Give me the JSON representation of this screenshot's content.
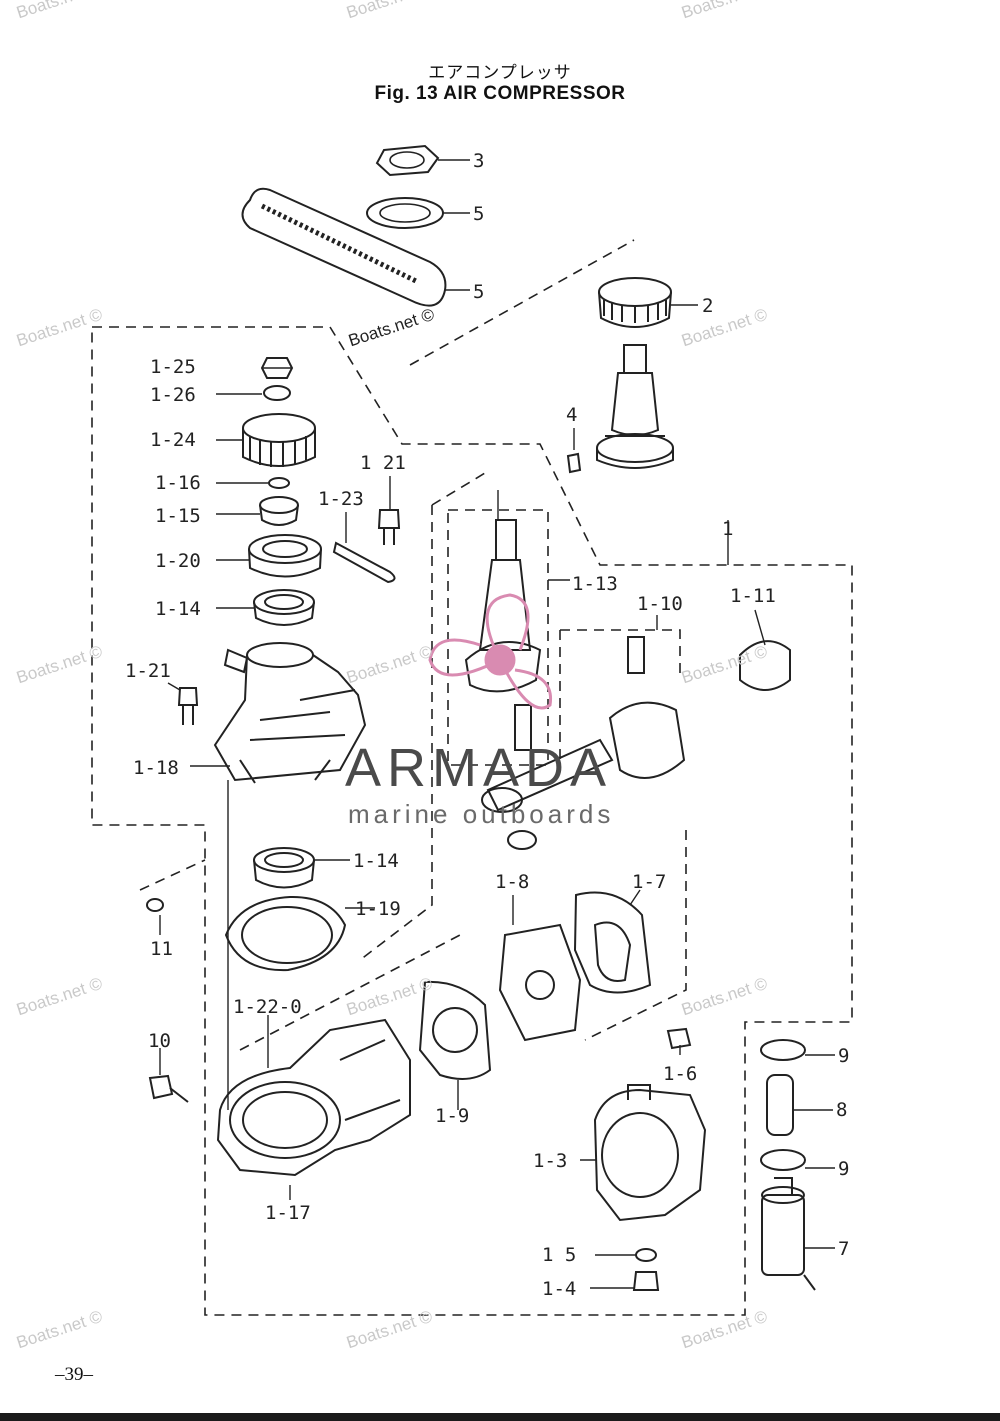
{
  "header": {
    "title_jp": "エアコンプレッサ",
    "title_en": "Fig. 13   AIR COMPRESSOR"
  },
  "labels": {
    "l3": "3",
    "l5a": "5",
    "l5b": "5",
    "l2": "2",
    "l4": "4",
    "l1": "1",
    "l1_25": "1-25",
    "l1_26": "1-26",
    "l1_24": "1-24",
    "l1_16": "1-16",
    "l1_15": "1-15",
    "l1_20": "1-20",
    "l1_14a": "1-14",
    "l1_21a": "1  21",
    "l1_23": "1-23",
    "l1_21b": "1-21",
    "l1_18": "1-18",
    "l1_13": "1-13",
    "l1_10": "1-10",
    "l1_11": "1-11",
    "l1_14b": "1-14",
    "l1_19": "1-19",
    "l11": "11",
    "l1_8": "1-8",
    "l1_7": "1-7",
    "l1_22": "1-22-0",
    "l10": "10",
    "l1_9": "1-9",
    "l1_6": "1-6",
    "l1_3": "1-3",
    "l1_17": "1-17",
    "l1_5": "1  5",
    "l1_4": "1-4",
    "l9a": "9",
    "l8": "8",
    "l9b": "9",
    "l7": "7"
  },
  "watermarks": {
    "text": "Boats.net ©"
  },
  "brand": {
    "name": "ARMADA",
    "tagline": "marine outboards",
    "logo_color": "#d98bb1"
  },
  "footer": {
    "page": "–39–"
  }
}
